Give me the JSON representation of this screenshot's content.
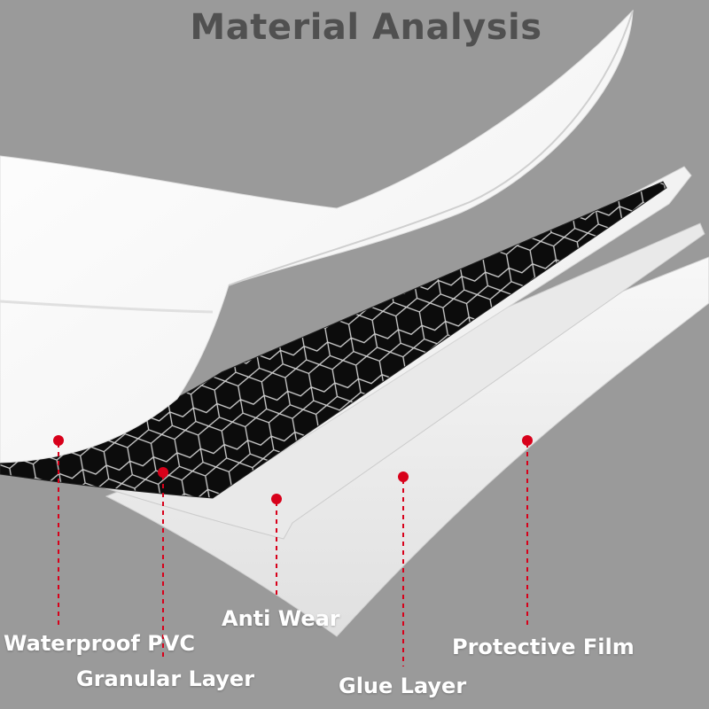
{
  "title": "Material Analysis",
  "colors": {
    "background": "#9a9a9a",
    "title": "#505050",
    "marker": "#d8001a",
    "label": "#ffffff"
  },
  "layers": [
    {
      "id": "waterproof-pvc",
      "label": "Waterproof PVC"
    },
    {
      "id": "granular-layer",
      "label": "Granular Layer"
    },
    {
      "id": "anti-wear",
      "label": "Anti Wear"
    },
    {
      "id": "glue-layer",
      "label": "Glue Layer"
    },
    {
      "id": "protective-film",
      "label": "Protective Film"
    }
  ]
}
